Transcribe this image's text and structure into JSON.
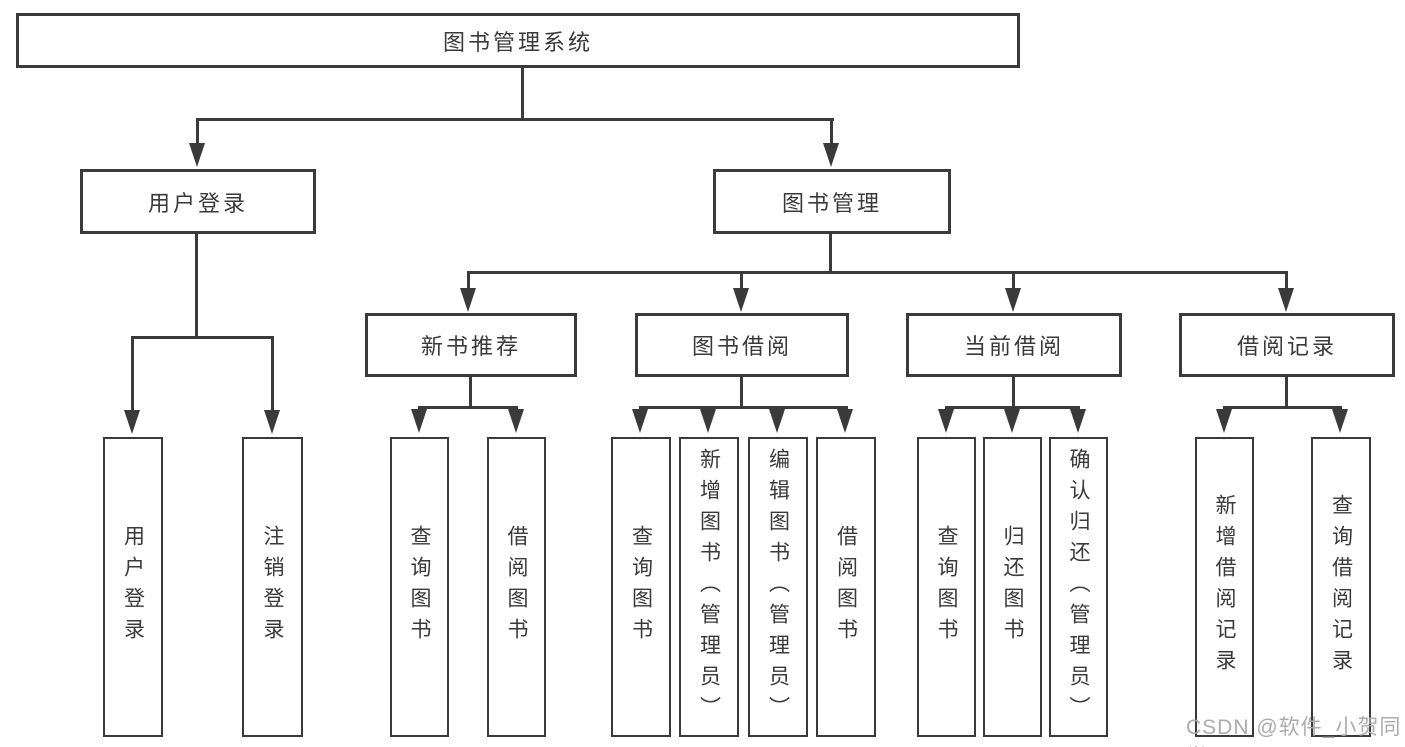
{
  "tree": {
    "root": {
      "label": "图书管理系统"
    },
    "user_login": {
      "label": "用户登录",
      "children": [
        {
          "label": "用户登录"
        },
        {
          "label": "注销登录"
        }
      ]
    },
    "book_mgmt": {
      "label": "图书管理",
      "children": [
        {
          "label": "新书推荐",
          "children": [
            {
              "label": "查询图书"
            },
            {
              "label": "借阅图书"
            }
          ]
        },
        {
          "label": "图书借阅",
          "children": [
            {
              "label": "查询图书"
            },
            {
              "label": "新增图书（管理员）"
            },
            {
              "label": "编辑图书（管理员）"
            },
            {
              "label": "借阅图书"
            }
          ]
        },
        {
          "label": "当前借阅",
          "children": [
            {
              "label": "查询图书"
            },
            {
              "label": "归还图书"
            },
            {
              "label": "确认归还（管理员）"
            }
          ]
        },
        {
          "label": "借阅记录",
          "children": [
            {
              "label": "新增借阅记录"
            },
            {
              "label": "查询借阅记录"
            }
          ]
        }
      ]
    },
    "watermark": "CSDN @软件_小贺同学",
    "colors": {
      "line": "#3a3a3a",
      "text": "#3a3a3a",
      "watermark": "#a8a8a8",
      "background": "#ffffff"
    }
  }
}
